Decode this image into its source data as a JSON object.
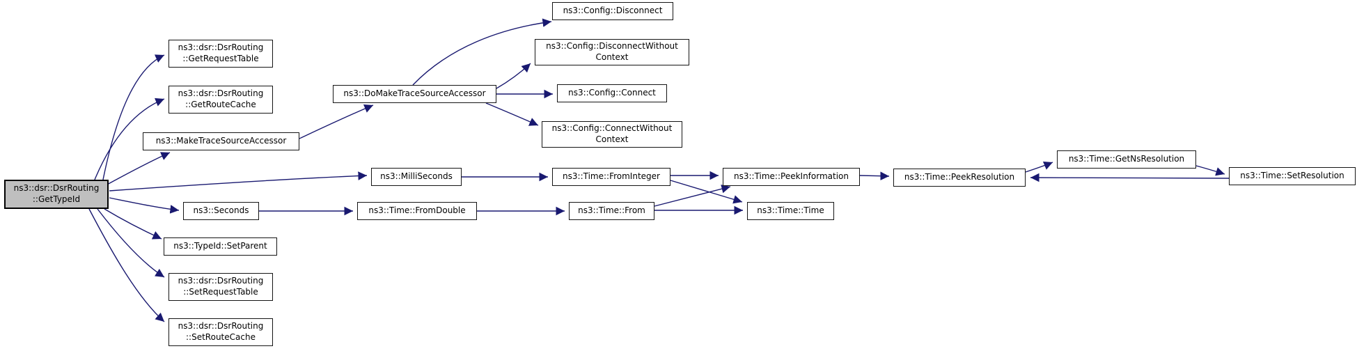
{
  "diagram": {
    "type": "call-graph",
    "edge_color": "#191970",
    "node_fill": "#ffffff",
    "node_border": "#141414",
    "root_fill": "#bfbfbf"
  },
  "nodes": {
    "get_type_id": {
      "label": "ns3::dsr::DsrRouting\n::GetTypeId"
    },
    "get_request_table": {
      "label": "ns3::dsr::DsrRouting\n::GetRequestTable"
    },
    "get_route_cache": {
      "label": "ns3::dsr::DsrRouting\n::GetRouteCache"
    },
    "make_trace_source_accessor": {
      "label": "ns3::MakeTraceSourceAccessor"
    },
    "do_make_trace_source_accessor": {
      "label": "ns3::DoMakeTraceSourceAccessor"
    },
    "config_disconnect": {
      "label": "ns3::Config::Disconnect"
    },
    "config_disconnect_without_context": {
      "label": "ns3::Config::DisconnectWithout\nContext"
    },
    "config_connect": {
      "label": "ns3::Config::Connect"
    },
    "config_connect_without_context": {
      "label": "ns3::Config::ConnectWithout\nContext"
    },
    "milliseconds": {
      "label": "ns3::MilliSeconds"
    },
    "time_from_integer": {
      "label": "ns3::Time::FromInteger"
    },
    "seconds": {
      "label": "ns3::Seconds"
    },
    "time_from_double": {
      "label": "ns3::Time::FromDouble"
    },
    "time_from": {
      "label": "ns3::Time::From"
    },
    "time_peek_information": {
      "label": "ns3::Time::PeekInformation"
    },
    "time_time": {
      "label": "ns3::Time::Time"
    },
    "time_peek_resolution": {
      "label": "ns3::Time::PeekResolution"
    },
    "time_get_ns_resolution": {
      "label": "ns3::Time::GetNsResolution"
    },
    "time_set_resolution": {
      "label": "ns3::Time::SetResolution"
    },
    "type_id_set_parent": {
      "label": "ns3::TypeId::SetParent"
    },
    "set_request_table": {
      "label": "ns3::dsr::DsrRouting\n::SetRequestTable"
    },
    "set_route_cache": {
      "label": "ns3::dsr::DsrRouting\n::SetRouteCache"
    }
  },
  "edges": [
    {
      "from": "get_type_id",
      "to": "get_request_table"
    },
    {
      "from": "get_type_id",
      "to": "get_route_cache"
    },
    {
      "from": "get_type_id",
      "to": "make_trace_source_accessor"
    },
    {
      "from": "get_type_id",
      "to": "milliseconds"
    },
    {
      "from": "get_type_id",
      "to": "seconds"
    },
    {
      "from": "get_type_id",
      "to": "type_id_set_parent"
    },
    {
      "from": "get_type_id",
      "to": "set_request_table"
    },
    {
      "from": "get_type_id",
      "to": "set_route_cache"
    },
    {
      "from": "make_trace_source_accessor",
      "to": "do_make_trace_source_accessor"
    },
    {
      "from": "do_make_trace_source_accessor",
      "to": "config_disconnect"
    },
    {
      "from": "do_make_trace_source_accessor",
      "to": "config_disconnect_without_context"
    },
    {
      "from": "do_make_trace_source_accessor",
      "to": "config_connect"
    },
    {
      "from": "do_make_trace_source_accessor",
      "to": "config_connect_without_context"
    },
    {
      "from": "milliseconds",
      "to": "time_from_integer"
    },
    {
      "from": "seconds",
      "to": "time_from_double"
    },
    {
      "from": "time_from_double",
      "to": "time_from"
    },
    {
      "from": "time_from_integer",
      "to": "time_peek_information"
    },
    {
      "from": "time_from_integer",
      "to": "time_time"
    },
    {
      "from": "time_from",
      "to": "time_peek_information"
    },
    {
      "from": "time_from",
      "to": "time_time"
    },
    {
      "from": "time_peek_information",
      "to": "time_peek_resolution"
    },
    {
      "from": "time_peek_resolution",
      "to": "time_get_ns_resolution"
    },
    {
      "from": "time_get_ns_resolution",
      "to": "time_set_resolution"
    },
    {
      "from": "time_set_resolution",
      "to": "time_peek_resolution"
    }
  ]
}
